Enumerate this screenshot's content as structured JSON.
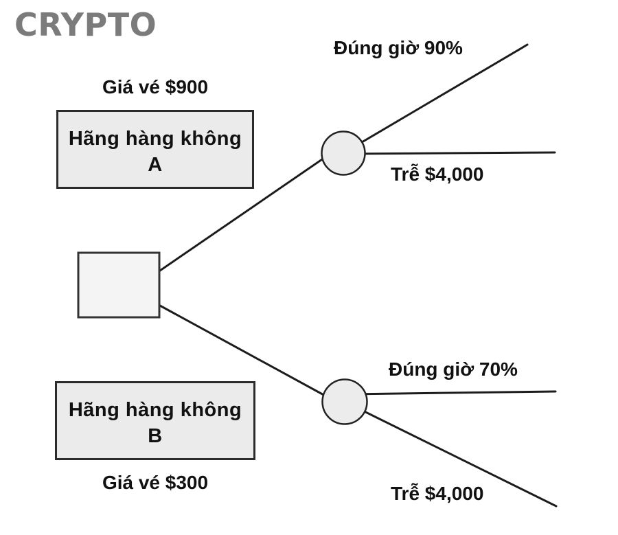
{
  "logo": {
    "text": "CRYPTO",
    "color": "#7b7b7b"
  },
  "colors": {
    "line": "#1c1c1c",
    "box_fill": "#ebebeb",
    "box_border": "#2b2b2b",
    "square_fill": "#f4f4f4",
    "circle_fill": "#ececec",
    "text": "#111111"
  },
  "tree": {
    "root_node": "decision-square",
    "options": [
      {
        "id": "A",
        "price_label": "Giá vé $900",
        "box_line1": "Hãng hàng không",
        "box_line2": "A",
        "chance_node": "circle",
        "on_time_label": "Đúng giờ 90%",
        "late_label": "Trễ $4,000"
      },
      {
        "id": "B",
        "price_label": "Giá vé $300",
        "box_line1": "Hãng hàng không",
        "box_line2": "B",
        "chance_node": "circle",
        "on_time_label": "Đúng giờ 70%",
        "late_label": "Trễ $4,000"
      }
    ]
  }
}
